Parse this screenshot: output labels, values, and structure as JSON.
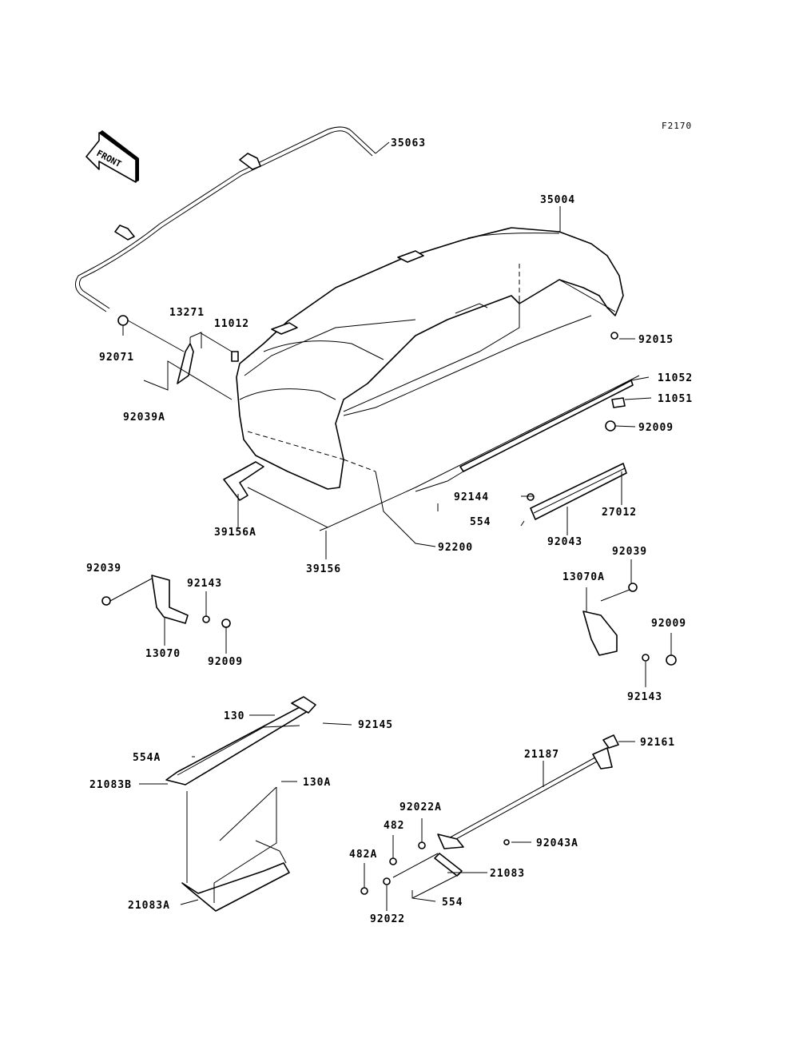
{
  "figure_code": "F2170",
  "front_arrow_text": "FRONT",
  "callouts": [
    {
      "id": "c35063",
      "text": "35063"
    },
    {
      "id": "c35004",
      "text": "35004"
    },
    {
      "id": "c13271",
      "text": "13271"
    },
    {
      "id": "c11012",
      "text": "11012"
    },
    {
      "id": "c92071",
      "text": "92071"
    },
    {
      "id": "c92039A",
      "text": "92039A"
    },
    {
      "id": "c92015",
      "text": "92015"
    },
    {
      "id": "c11052",
      "text": "11052"
    },
    {
      "id": "c11051",
      "text": "11051"
    },
    {
      "id": "c92009a",
      "text": "92009"
    },
    {
      "id": "c92144",
      "text": "92144"
    },
    {
      "id": "c27012",
      "text": "27012"
    },
    {
      "id": "c554a",
      "text": "554"
    },
    {
      "id": "c92043",
      "text": "92043"
    },
    {
      "id": "c39156A",
      "text": "39156A"
    },
    {
      "id": "c39156",
      "text": "39156"
    },
    {
      "id": "c92200",
      "text": "92200"
    },
    {
      "id": "c92039a",
      "text": "92039"
    },
    {
      "id": "c92143a",
      "text": "92143"
    },
    {
      "id": "c13070",
      "text": "13070"
    },
    {
      "id": "c92009b",
      "text": "92009"
    },
    {
      "id": "c92039b",
      "text": "92039"
    },
    {
      "id": "c13070A",
      "text": "13070A"
    },
    {
      "id": "c92009c",
      "text": "92009"
    },
    {
      "id": "c92143b",
      "text": "92143"
    },
    {
      "id": "c130",
      "text": "130"
    },
    {
      "id": "c92145",
      "text": "92145"
    },
    {
      "id": "c554A",
      "text": "554A"
    },
    {
      "id": "c21083B",
      "text": "21083B"
    },
    {
      "id": "c130A",
      "text": "130A"
    },
    {
      "id": "c21083A",
      "text": "21083A"
    },
    {
      "id": "c21187",
      "text": "21187"
    },
    {
      "id": "c92161",
      "text": "92161"
    },
    {
      "id": "c92022A",
      "text": "92022A"
    },
    {
      "id": "c482",
      "text": "482"
    },
    {
      "id": "c92043A",
      "text": "92043A"
    },
    {
      "id": "c482A",
      "text": "482A"
    },
    {
      "id": "c21083",
      "text": "21083"
    },
    {
      "id": "c554b",
      "text": "554"
    },
    {
      "id": "c92022",
      "text": "92022"
    }
  ]
}
